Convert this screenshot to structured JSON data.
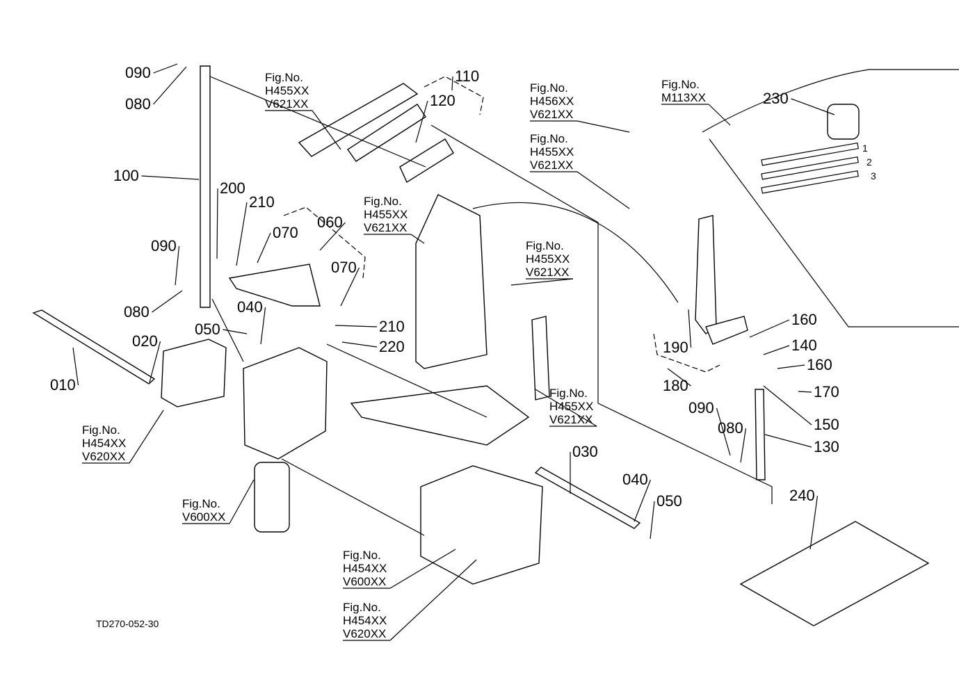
{
  "drawing_code": "TD270-052-30",
  "part_labels": [
    "090",
    "080",
    "100",
    "200",
    "210",
    "070",
    "060",
    "070",
    "090",
    "080",
    "040",
    "050",
    "210",
    "220",
    "020",
    "010",
    "110",
    "120",
    "230",
    "190",
    "180",
    "160",
    "140",
    "160",
    "170",
    "150",
    "130",
    "090",
    "080",
    "240",
    "030",
    "040",
    "050"
  ],
  "figure_refs": [
    [
      "Fig.No.",
      "H455XX",
      "V621XX"
    ],
    [
      "Fig.No.",
      "H455XX",
      "V621XX"
    ],
    [
      "Fig.No.",
      "H456XX",
      "V621XX"
    ],
    [
      "Fig.No.",
      "H455XX",
      "V621XX"
    ],
    [
      "Fig.No.",
      "M113XX"
    ],
    [
      "Fig.No.",
      "H455XX",
      "V621XX"
    ],
    [
      "Fig.No.",
      "H455XX",
      "V621XX"
    ],
    [
      "Fig.No.",
      "H454XX",
      "V620XX"
    ],
    [
      "Fig.No.",
      "V600XX"
    ],
    [
      "Fig.No.",
      "H454XX",
      "V600XX"
    ],
    [
      "Fig.No.",
      "H454XX",
      "V620XX"
    ]
  ],
  "gear_marks": [
    "1",
    "2",
    "3"
  ]
}
